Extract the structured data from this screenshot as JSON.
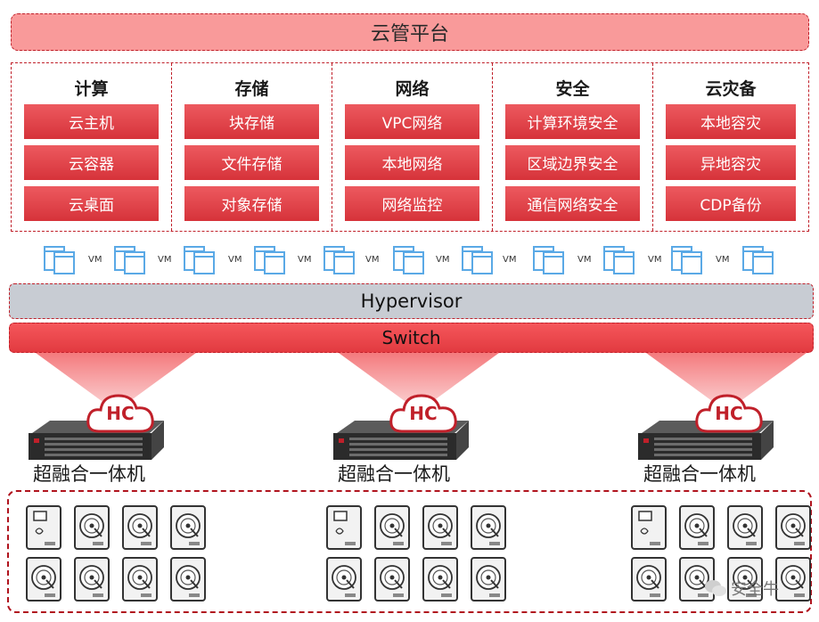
{
  "cloud_platform": {
    "label": "云管平台"
  },
  "services": [
    {
      "title": "计算",
      "items": [
        "云主机",
        "云容器",
        "云桌面"
      ]
    },
    {
      "title": "存储",
      "items": [
        "块存储",
        "文件存储",
        "对象存储"
      ]
    },
    {
      "title": "网络",
      "items": [
        "VPC网络",
        "本地网络",
        "网络监控"
      ]
    },
    {
      "title": "安全",
      "items": [
        "计算环境安全",
        "区域边界安全",
        "通信网络安全"
      ]
    },
    {
      "title": "云灾备",
      "items": [
        "本地容灾",
        "异地容灾",
        "CDP备份"
      ]
    }
  ],
  "vm_label": "VM",
  "hypervisor": {
    "label": "Hypervisor"
  },
  "switch": {
    "label": "Switch"
  },
  "nodes": [
    {
      "badge": "HC",
      "label": "超融合一体机"
    },
    {
      "badge": "HC",
      "label": "超融合一体机"
    },
    {
      "badge": "HC",
      "label": "超融合一体机"
    }
  ],
  "watermark": {
    "text": "安全牛"
  },
  "colors": {
    "accent": "#d6333a",
    "cloud_bar": "#f99a9a",
    "hypervisor": "#c8ccd3",
    "vm_icon": "#5aa9e6"
  }
}
